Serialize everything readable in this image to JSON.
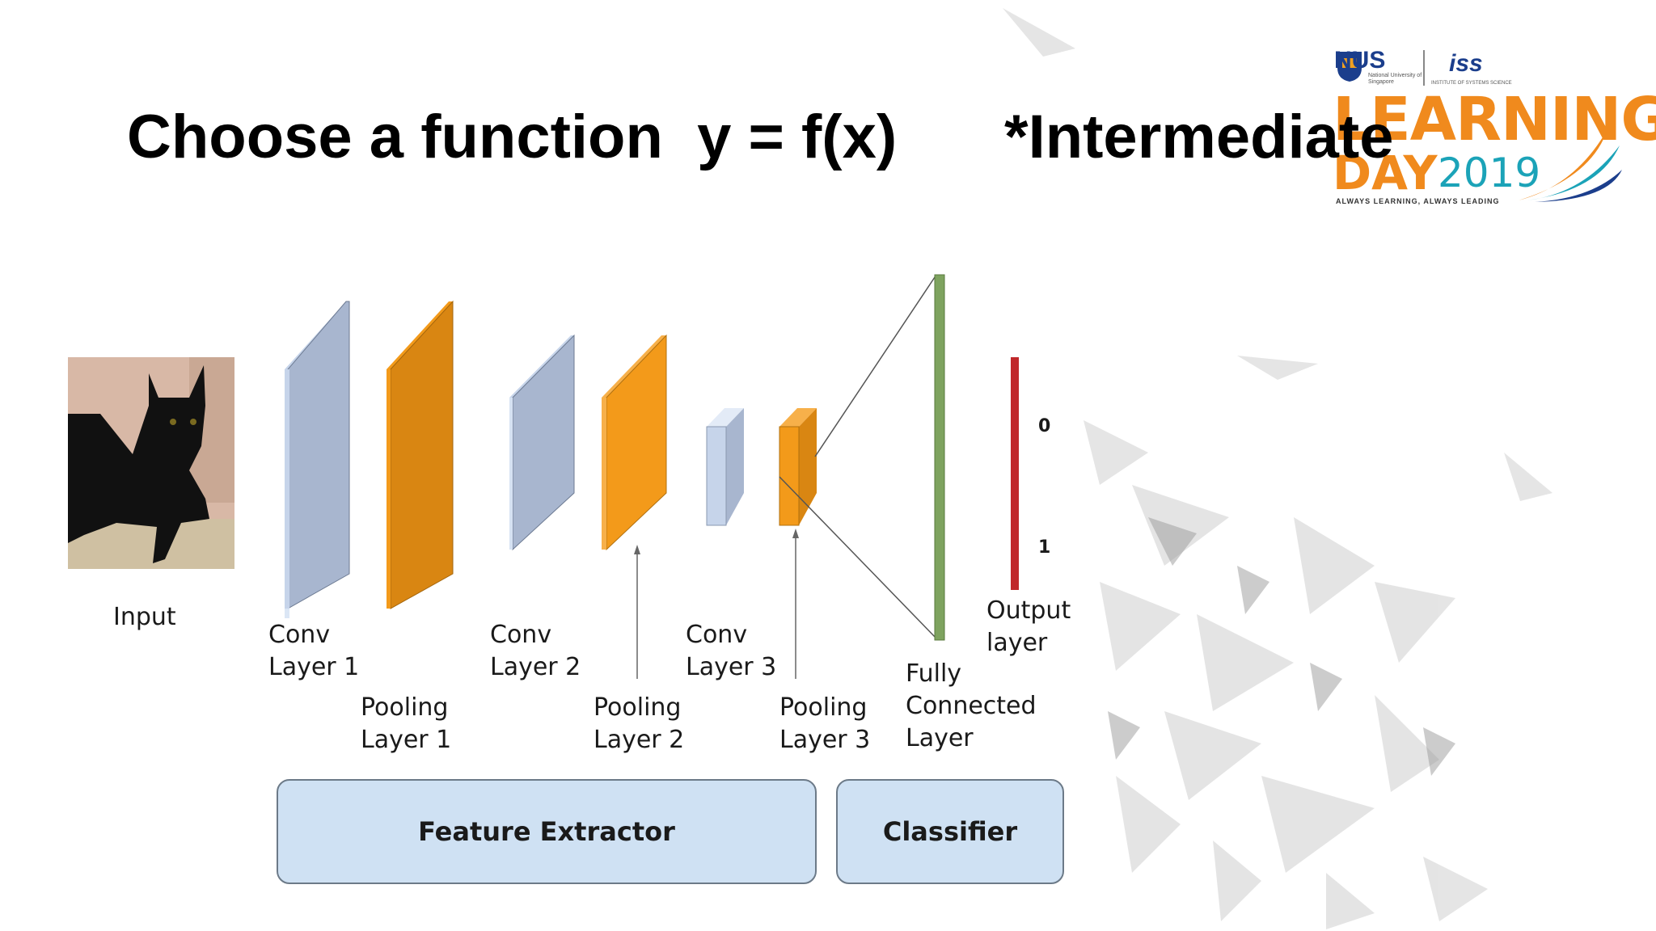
{
  "slide": {
    "title": "Choose a function  y = f(x)",
    "tag": "*Intermediate"
  },
  "logo": {
    "nus": "NUS",
    "nus_sub": "National University of Singapore",
    "iss": "iss",
    "iss_sub": "INSTITUTE OF SYSTEMS SCIENCE",
    "learning": "LEARNING",
    "day": "DAY",
    "year": "2019",
    "tagline": "ALWAYS LEARNING, ALWAYS LEADING"
  },
  "diagram": {
    "input_label": "Input",
    "layers": {
      "conv1": "Conv\nLayer 1",
      "pool1": "Pooling\nLayer 1",
      "conv2": "Conv\nLayer 2",
      "pool2": "Pooling\nLayer 2",
      "conv3": "Conv\nLayer 3",
      "pool3": "Pooling\nLayer 3",
      "fc": "Fully\nConnected\nLayer",
      "output": "Output\nlayer"
    },
    "output_ticks": [
      "0",
      "1"
    ],
    "groups": {
      "feature_extractor": "Feature Extractor",
      "classifier": "Classifier"
    },
    "colors": {
      "conv": "#a8b6cf",
      "conv_light": "#c6d4ea",
      "pool": "#d98612",
      "pool_light": "#f39a1a",
      "fc": "#7ea35f",
      "output": "#c0282b",
      "group_box": "#cfe1f3"
    }
  }
}
